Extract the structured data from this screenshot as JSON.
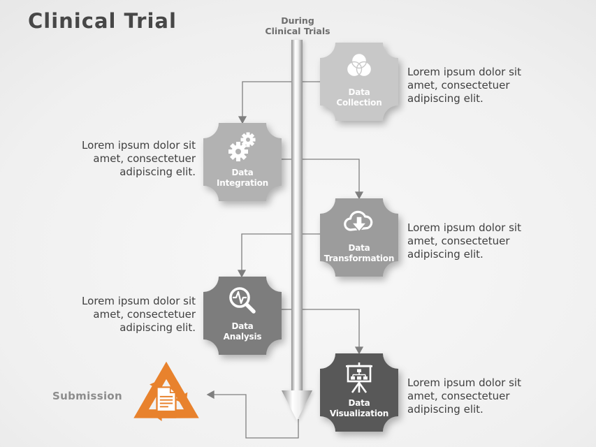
{
  "title": "Clinical Trial",
  "timeline_label": [
    "During",
    "Clinical Trials"
  ],
  "stages": [
    {
      "name": "Data Collection",
      "label": [
        "Data",
        "Collection"
      ],
      "icon": "venn-circles-icon",
      "color": "#c8c8c8",
      "side": "right",
      "desc": [
        "Lorem ipsum dolor sit",
        "amet, consectetuer",
        "adipiscing elit."
      ]
    },
    {
      "name": "Data Integration",
      "label": [
        "Data",
        "Integration"
      ],
      "icon": "gears-icon",
      "color": "#b2b2b2",
      "side": "left",
      "desc": [
        "Lorem ipsum dolor sit",
        "amet, consectetuer",
        "adipiscing elit."
      ]
    },
    {
      "name": "Data Transformation",
      "label": [
        "Data",
        "Transformation"
      ],
      "icon": "cloud-download-icon",
      "color": "#9c9c9c",
      "side": "right",
      "desc": [
        "Lorem ipsum dolor sit",
        "amet, consectetuer",
        "adipiscing elit."
      ]
    },
    {
      "name": "Data Analysis",
      "label": [
        "Data",
        "Analysis"
      ],
      "icon": "magnifier-pulse-icon",
      "color": "#7d7d7d",
      "side": "left",
      "desc": [
        "Lorem ipsum dolor sit",
        "amet, consectetuer",
        "adipiscing elit."
      ]
    },
    {
      "name": "Data Visualization",
      "label": [
        "Data",
        "Visualization"
      ],
      "icon": "presentation-chart-icon",
      "color": "#585858",
      "side": "right",
      "desc": [
        "Lorem ipsum dolor sit",
        "amet, consectetuer",
        "adipiscing elit."
      ]
    }
  ],
  "submission": {
    "label": "Submission",
    "icon": "recycle-document-icon",
    "color": "#e8822d"
  },
  "colors": {
    "background_edge": "#d7d7d7",
    "background_center": "#f8f8f8",
    "title_text": "#474747",
    "timeline_label_text": "#6e6e6e",
    "body_text": "#3f3f3f",
    "badge_label_text": "#fdfdfd",
    "submission_label_text": "#8c8c8c",
    "connector": "#7f7f7f",
    "timeline_bar_edge": "#8f8f8f",
    "timeline_bar_center": "#ffffff"
  }
}
